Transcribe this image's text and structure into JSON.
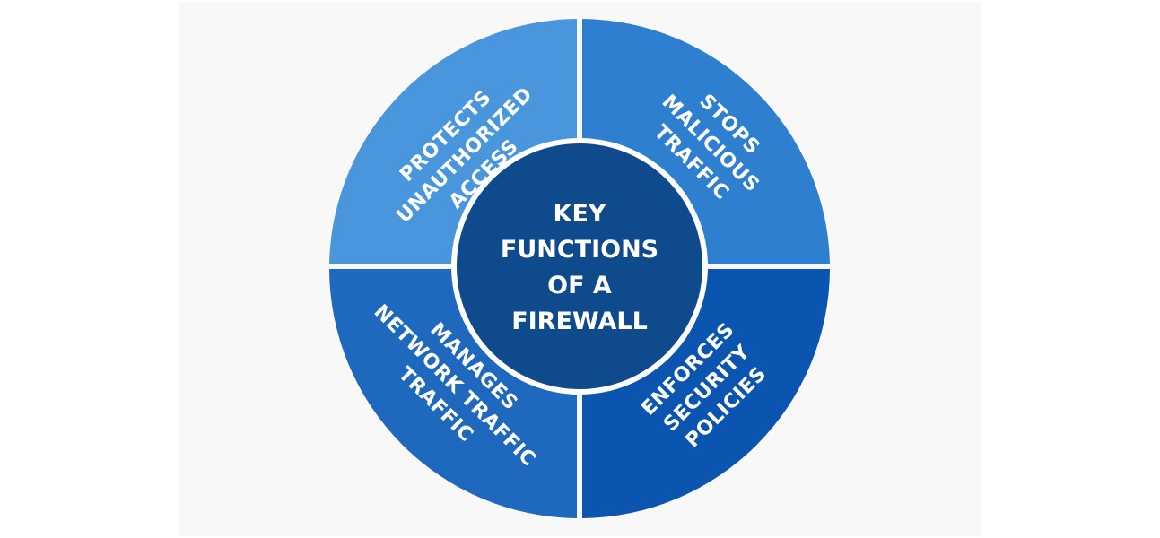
{
  "diagram": {
    "title_lines": [
      "KEY",
      "FUNCTIONS",
      "OF A",
      "FIREWALL"
    ],
    "segments": [
      {
        "id": "top-left",
        "lines": [
          "PROTECTS",
          "UNAUTHORIZED",
          "ACCESS"
        ],
        "color": "#4a96dc"
      },
      {
        "id": "top-right",
        "lines": [
          "STOPS",
          "MALICIOUS",
          "TRAFFIC"
        ],
        "color": "#2f7fd0"
      },
      {
        "id": "bottom-left",
        "lines": [
          "MANAGES",
          "NETWORK TRAFFIC",
          "TRAFFIC"
        ],
        "color": "#1e68bd"
      },
      {
        "id": "bottom-right",
        "lines": [
          "ENFORCES",
          "SECURITY",
          "POLICIES"
        ],
        "color": "#0b55b0"
      }
    ],
    "center_color": "#0f4a8c",
    "background_color": "#f8f8f8"
  }
}
